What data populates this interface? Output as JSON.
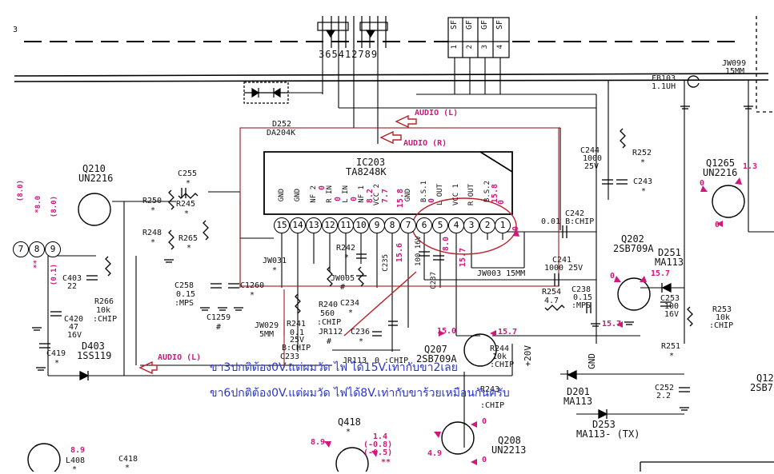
{
  "colors": {
    "ink": "#000000",
    "highlight": "#b8202a",
    "voltage": "#d0187c",
    "note": "#2a36c8",
    "ic_box": "#9b1b1b"
  },
  "ic": {
    "name": "IC203",
    "part": "TA8248K",
    "pins": [
      "15",
      "14",
      "13",
      "12",
      "11",
      "10",
      "9",
      "8",
      "7",
      "6",
      "5",
      "4",
      "3",
      "2",
      "1"
    ],
    "pin_names": [
      "GND",
      "GND",
      "NF 2",
      "R IN",
      "L IN",
      "NF 1",
      "VCC 2",
      "GND",
      "B.S.1",
      "L OUT",
      "VCC 1",
      "R OUT",
      "B.S.2"
    ],
    "pin_voltages": [
      "0",
      "0",
      "8.2",
      "7.7",
      "15.8",
      "0",
      "0",
      "15.8",
      "0"
    ]
  },
  "audio_labels": {
    "audio_l_top": "AUDIO (L)",
    "audio_r": "AUDIO (R)",
    "audio_l_bottom": "AUDIO (L)"
  },
  "connector": {
    "pins": [
      "3",
      "6",
      "5",
      "4",
      "1",
      "2",
      "7",
      "8",
      "9"
    ],
    "top_label": "3"
  },
  "connector_right": {
    "pins": [
      "1",
      "2",
      "3",
      "4"
    ],
    "headers": [
      "SF",
      "GF",
      "GF",
      "SF"
    ]
  },
  "components": {
    "d252": [
      "D252",
      "DA204K"
    ],
    "q210": [
      "Q210",
      "UN2216"
    ],
    "c255": "C255",
    "r250": "R250",
    "r245": "R245",
    "r248": "R248",
    "r265": "R265",
    "star": "*",
    "hash": "#",
    "jw031": "JW031",
    "r242": "R242",
    "c235": "C235",
    "c237": "C237",
    "c237v": "100 16V",
    "jw005": "JW005",
    "r240": [
      "R240",
      "560",
      ":CHIP"
    ],
    "c234": "C234",
    "c258": [
      "C258",
      "0.15",
      ":MPS"
    ],
    "c1260": "C1260",
    "c1259": "C1259",
    "jw029": [
      "JW029",
      "5MM"
    ],
    "r241": [
      "R241",
      "0.1",
      "25V",
      "B:CHIP"
    ],
    "jr112": "JR112",
    "c233": "C233",
    "c236": "C236",
    "jr113": "JR113",
    "chip0": "0 :CHIP",
    "q207": [
      "Q207",
      "2SB709A"
    ],
    "r244": [
      "R244",
      "10k",
      ":CHIP"
    ],
    "v20": "+20V",
    "gnd": "GND",
    "c403": [
      "C403",
      "22"
    ],
    "r266": [
      "R266",
      "10k",
      ":CHIP"
    ],
    "c420": [
      "C420",
      "47",
      "16V"
    ],
    "c419": "C419",
    "d403": [
      "D403",
      "1SS119"
    ],
    "c244": [
      "C244",
      "1000",
      "25V"
    ],
    "r252": "R252",
    "c243": "C243",
    "c242": [
      "C242",
      "0.01 B:CHIP"
    ],
    "c241": [
      "C241",
      "1000 25V"
    ],
    "jw003": "JW003 15MM",
    "r254": [
      "R254",
      "4.7"
    ],
    "c238": [
      "C238",
      "0.15",
      ":MPS"
    ],
    "fb103": [
      "FB103",
      "1.1UH"
    ],
    "jw099": [
      "JW099",
      "15MM"
    ],
    "q1265": [
      "Q1265",
      "UN2216"
    ],
    "q202": [
      "Q202",
      "2SB709A"
    ],
    "d251": [
      "D251",
      "MA113"
    ],
    "c253": [
      "C253",
      "100",
      "16V"
    ],
    "r253": [
      "R253",
      "10k",
      ":CHIP"
    ],
    "r251": "R251",
    "d201": [
      "D201",
      "MA113"
    ],
    "c252": [
      "C252",
      "2.2"
    ],
    "d253": "MA113- (TX)",
    "d253n": "D253",
    "q12": [
      "Q12",
      "2SB7"
    ],
    "q418": "Q418",
    "q208": [
      "Q208",
      "UN2213"
    ],
    "l408": "L408",
    "c418": "C418",
    "r243": [
      "R243",
      ":CHIP"
    ]
  },
  "voltages": {
    "q207_e": "15.0",
    "q207_c": "15.7",
    "q202_b": "0",
    "q202_e": "15.7",
    "q202_c": "15.7",
    "q1265_c": "1.3",
    "q1265_b": "0",
    "q1265_e": "0",
    "q208_c": "0",
    "q208_b": "4.9",
    "q208_e": "0",
    "q418_b": "8.9",
    "q418_c": [
      "1.4",
      "(-0.8)",
      "(-0.5)"
    ],
    "q418_star": "**",
    "l408_v": "8.9",
    "pin5": "8.0",
    "pin4": "15.7",
    "pin1": "0",
    "pin2": "15.6",
    "c235v": "15.6"
  },
  "left_stack_labels": [
    "*8.0",
    "(8.0)",
    "(8.0)",
    "**",
    "(0.1)"
  ],
  "left_pins": [
    "7",
    "8",
    "9"
  ],
  "notes": {
    "line1": "ขา3ปกติต้อง0V.แต่ผมวัด ไฟ ได้15V.เท่ากับขา2เลย",
    "line2": "ขา6ปกติต้อง0V.แต่ผมวัด ไฟได้8V.เท่ากับขาร้วยเหมือนกันครับ"
  }
}
